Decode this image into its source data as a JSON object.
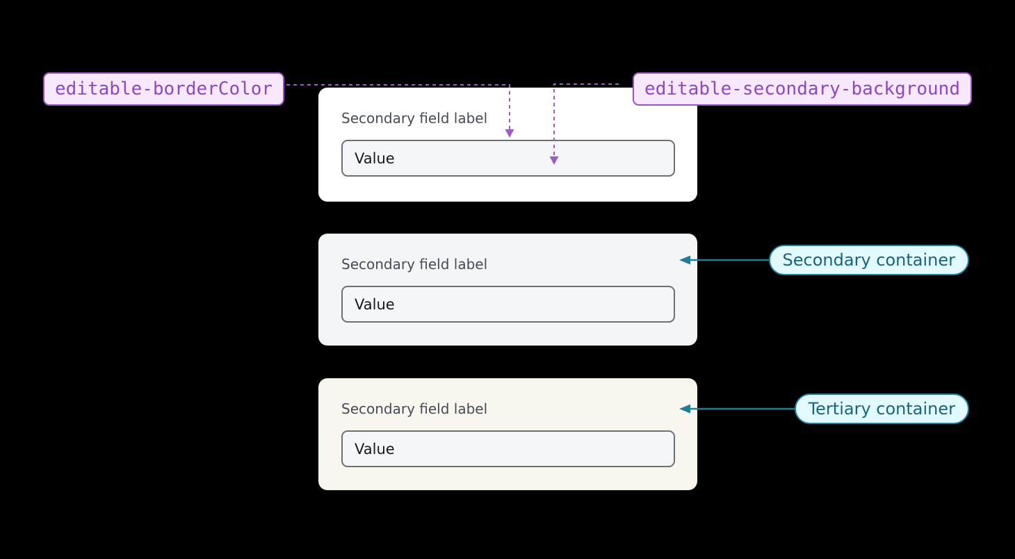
{
  "tokens": {
    "border_token_label": "editable-borderColor",
    "background_token_label": "editable-secondary-background"
  },
  "cards": [
    {
      "kind": "default",
      "label": "Secondary field label",
      "value": "Value",
      "background": "#ffffff"
    },
    {
      "kind": "secondary",
      "label": "Secondary field label",
      "value": "Value",
      "background": "#f4f5f7"
    },
    {
      "kind": "tertiary",
      "label": "Secondary field label",
      "value": "Value",
      "background": "#f8f6ef"
    }
  ],
  "annotations": [
    {
      "label": "Secondary container"
    },
    {
      "label": "Tertiary container"
    }
  ],
  "colors": {
    "page_background": "#000000",
    "token_badge_background": "#f7e8fb",
    "token_badge_border": "#9c50c4",
    "token_badge_text": "#8d49bd",
    "connector_purple": "#a05cc0",
    "annotation_badge_background": "#e2f9fd",
    "annotation_badge_border": "#23809a",
    "annotation_badge_text": "#19657b",
    "connector_teal": "#1f7e93",
    "field_background": "#f5f6f8",
    "field_border": "#6a7076",
    "field_label_text": "#454b57",
    "field_value_text": "#17191d"
  }
}
